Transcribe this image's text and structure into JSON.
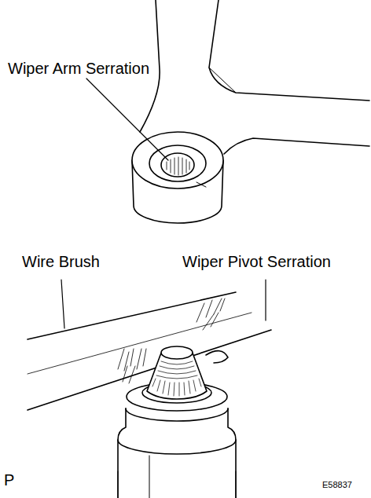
{
  "diagram": {
    "labels": [
      "Wiper Arm Serration",
      "Wire Brush",
      "Wiper Pivot Serration",
      "P",
      "E58837"
    ]
  }
}
